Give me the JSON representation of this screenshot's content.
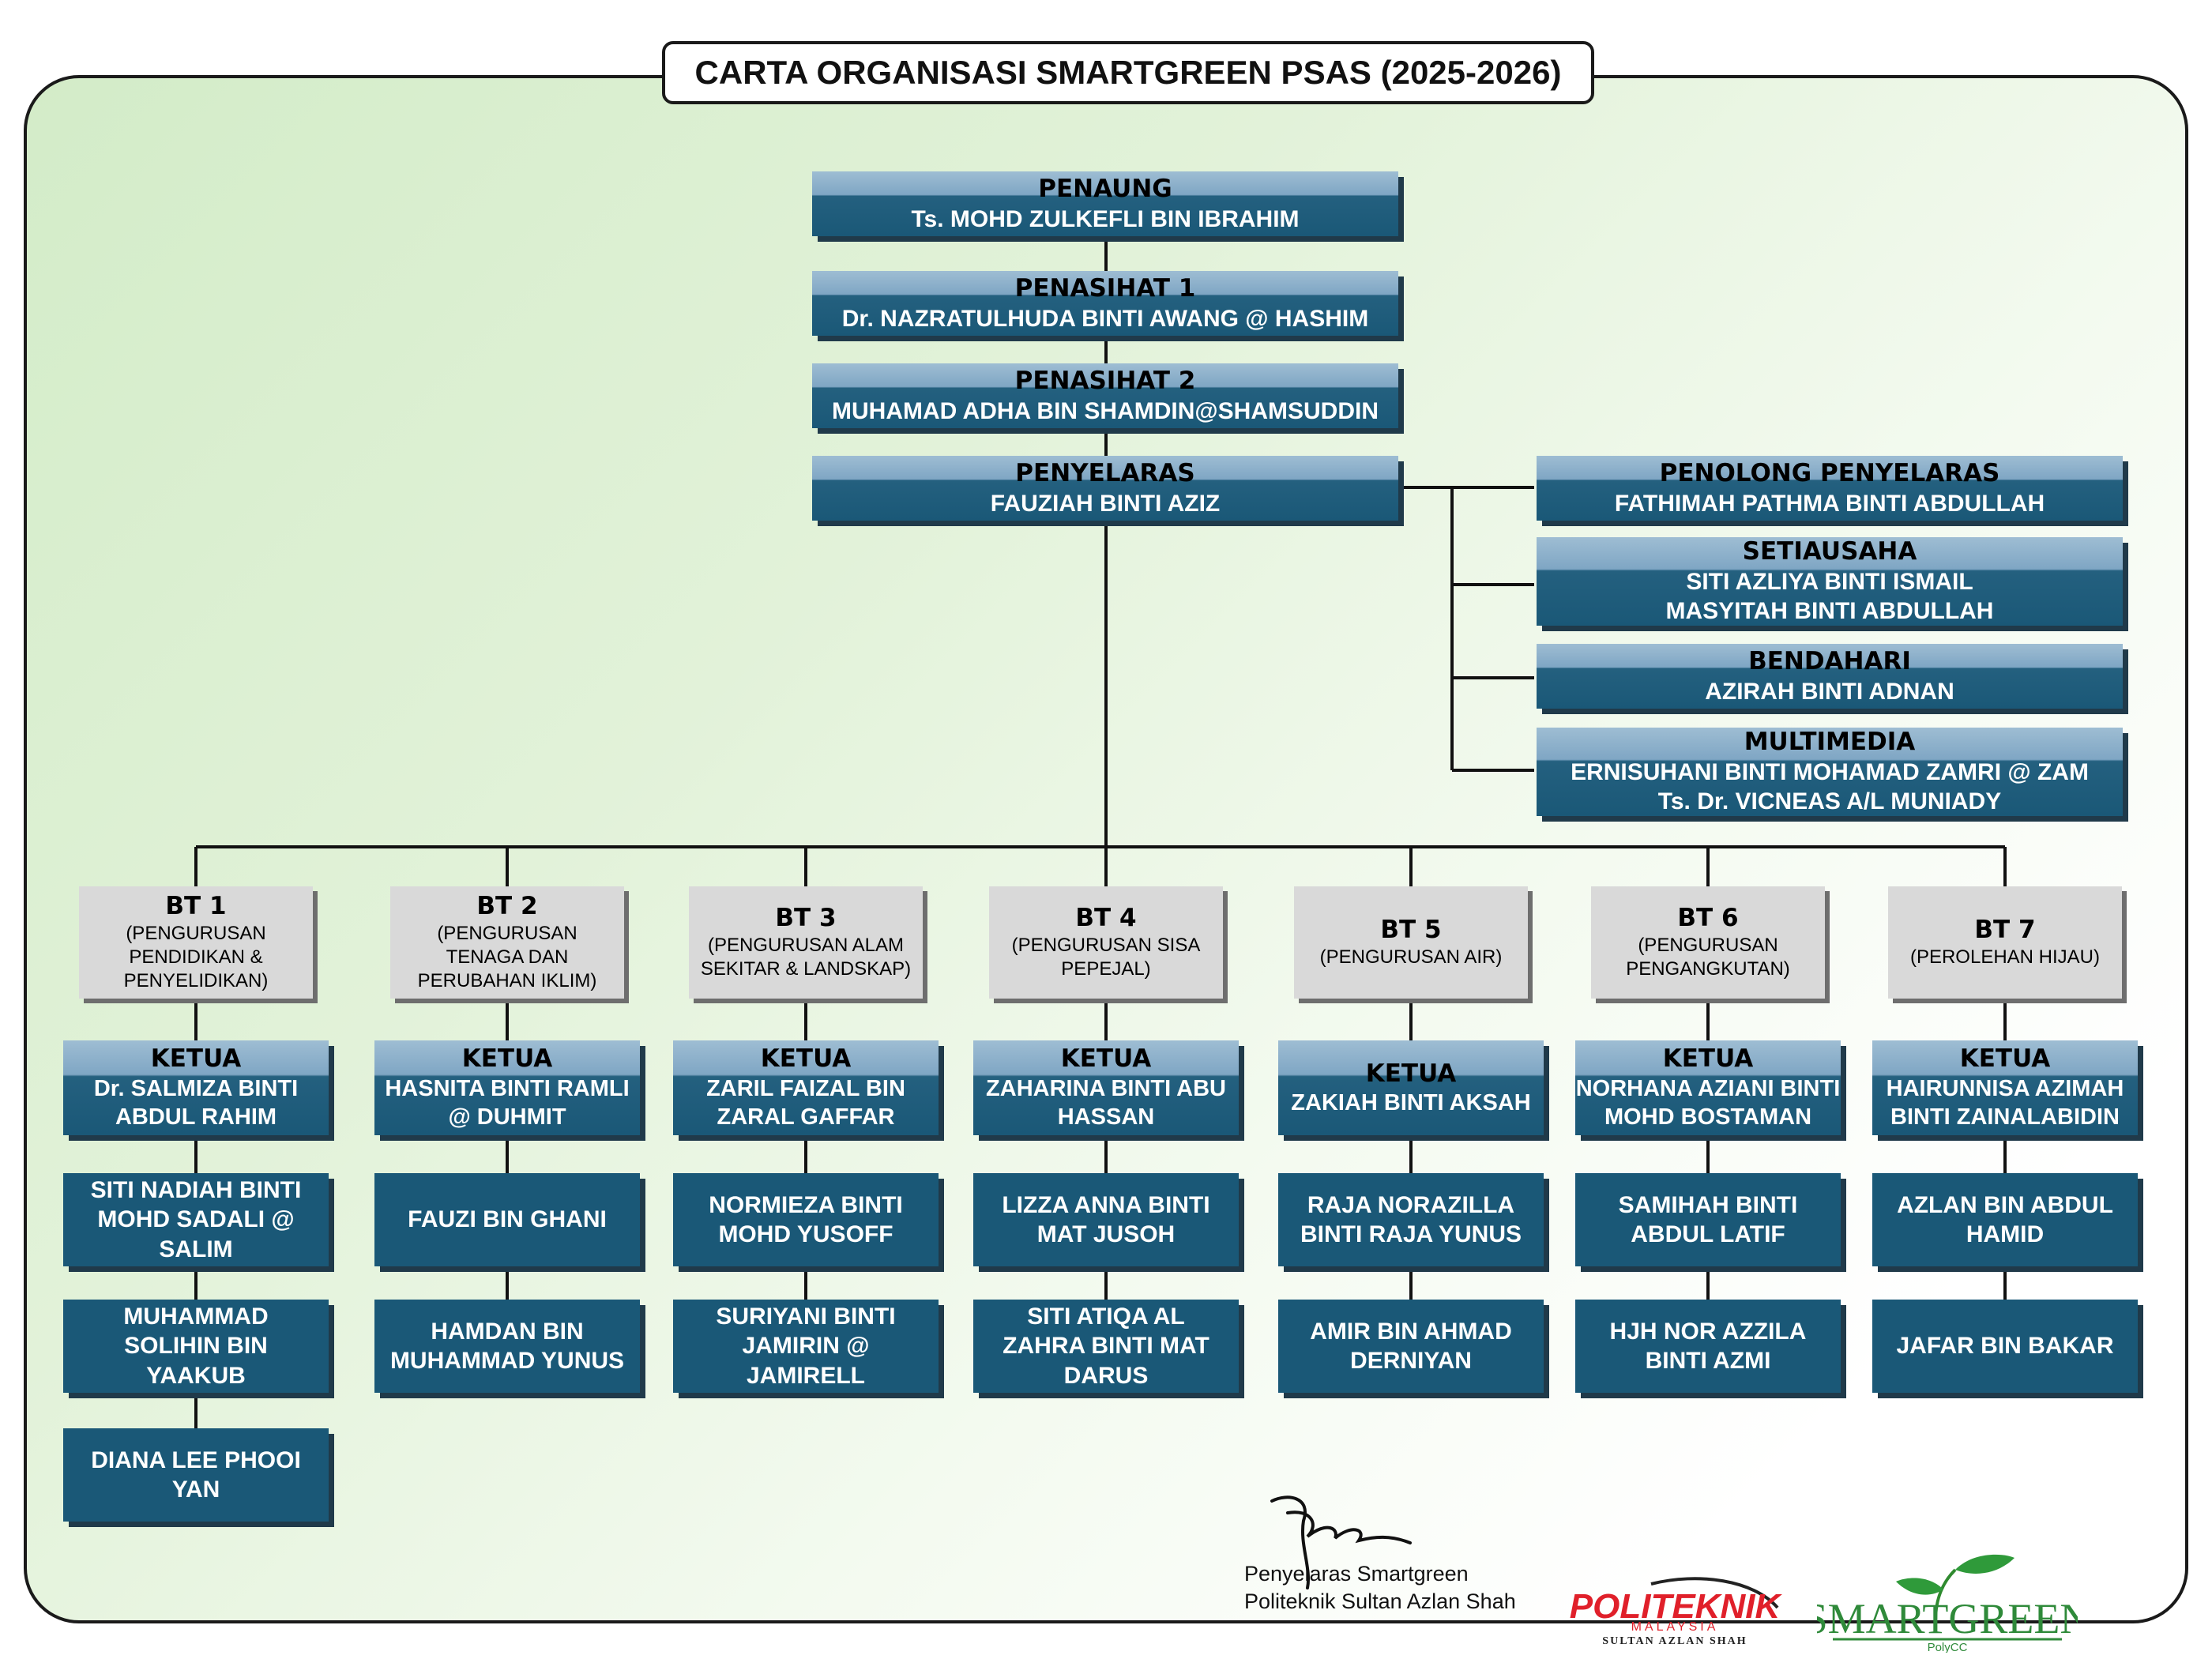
{
  "title": "CARTA ORGANISASI SMARTGREEN PSAS (2025-2026)",
  "top": {
    "penaung": {
      "role": "PENAUNG",
      "names": [
        "Ts. MOHD ZULKEFLI BIN IBRAHIM"
      ]
    },
    "penasihat1": {
      "role": "PENASIHAT 1",
      "names": [
        "Dr. NAZRATULHUDA BINTI AWANG @ HASHIM"
      ]
    },
    "penasihat2": {
      "role": "PENASIHAT 2",
      "names": [
        "MUHAMAD ADHA BIN SHAMDIN@SHAMSUDDIN"
      ]
    },
    "penyelaras": {
      "role": "PENYELARAS",
      "names": [
        "FAUZIAH BINTI AZIZ"
      ]
    }
  },
  "side": [
    {
      "role": "PENOLONG PENYELARAS",
      "names": [
        "FATHIMAH PATHMA BINTI ABDULLAH"
      ]
    },
    {
      "role": "SETIAUSAHA",
      "names": [
        "SITI AZLIYA BINTI ISMAIL",
        "MASYITAH BINTI ABDULLAH"
      ]
    },
    {
      "role": "BENDAHARI",
      "names": [
        "AZIRAH BINTI ADNAN"
      ]
    },
    {
      "role": "MULTIMEDIA",
      "names": [
        "ERNISUHANI BINTI MOHAMAD ZAMRI @ ZAM",
        "Ts. Dr. VICNEAS A/L MUNIADY"
      ]
    }
  ],
  "ketua_label": "KETUA",
  "teams": [
    {
      "label": "BT 1",
      "desc": "(PENGURUSAN PENDIDIKAN & PENYELIDIKAN)",
      "ketua": "Dr. SALMIZA BINTI ABDUL RAHIM",
      "members": [
        "SITI NADIAH BINTI MOHD SADALI @ SALIM",
        "MUHAMMAD SOLIHIN BIN YAAKUB",
        "DIANA LEE PHOOI YAN"
      ]
    },
    {
      "label": "BT 2",
      "desc": "(PENGURUSAN TENAGA DAN PERUBAHAN IKLIM)",
      "ketua": "HASNITA BINTI RAMLI @ DUHMIT",
      "members": [
        "FAUZI BIN GHANI",
        "HAMDAN BIN MUHAMMAD YUNUS"
      ]
    },
    {
      "label": "BT 3",
      "desc": "(PENGURUSAN ALAM SEKITAR & LANDSKAP)",
      "ketua": "ZARIL FAIZAL BIN ZARAL GAFFAR",
      "members": [
        "NORMIEZA BINTI MOHD YUSOFF",
        "SURIYANI BINTI JAMIRIN @ JAMIRELL"
      ]
    },
    {
      "label": "BT 4",
      "desc": "(PENGURUSAN SISA PEPEJAL)",
      "ketua": "ZAHARINA BINTI ABU HASSAN",
      "members": [
        "LIZZA ANNA BINTI MAT JUSOH",
        "SITI ATIQA AL ZAHRA BINTI MAT DARUS"
      ]
    },
    {
      "label": "BT 5",
      "desc": "(PENGURUSAN AIR)",
      "ketua": "ZAKIAH BINTI AKSAH",
      "members": [
        "RAJA NORAZILLA BINTI RAJA YUNUS",
        "AMIR BIN AHMAD DERNIYAN"
      ]
    },
    {
      "label": "BT 6",
      "desc": "(PENGURUSAN PENGANGKUTAN)",
      "ketua": "NORHANA AZIANI BINTI MOHD BOSTAMAN",
      "members": [
        "SAMIHAH BINTI ABDUL LATIF",
        "HJH NOR AZZILA BINTI AZMI"
      ]
    },
    {
      "label": "BT 7",
      "desc": "(PEROLEHAN HIJAU)",
      "ketua": "HAIRUNNISA AZIMAH BINTI ZAINALABIDIN",
      "members": [
        "AZLAN BIN ABDUL HAMID",
        "JAFAR BIN BAKAR"
      ]
    }
  ],
  "signature": {
    "line1": "Penyelaras Smartgreen",
    "line2": "Politeknik Sultan Azlan Shah"
  },
  "logos": {
    "politeknik": {
      "main": "POLITEKNIK",
      "sub": "MALAYSIA",
      "campus": "SULTAN AZLAN SHAH"
    },
    "smartgreen": {
      "main": "SMARTGREEN",
      "sub": "PolyCC"
    }
  },
  "colors": {
    "box_dark": "#1a5877",
    "box_light": "#8fb2cc",
    "bt_box": "#d9d9d9",
    "background_green": "#d3ecc8"
  }
}
